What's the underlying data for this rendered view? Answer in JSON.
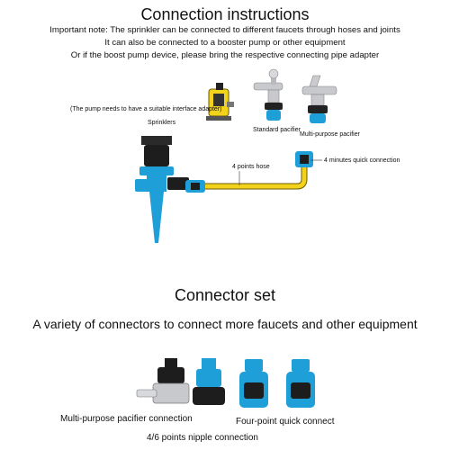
{
  "header": {
    "title": "Connection instructions",
    "note_line_1": "Important note: The sprinkler can be connected to different faucets through hoses and joints",
    "note_line_2": "It can also be connected to a booster pump or other equipment",
    "note_line_3": "Or if the boost pump device, please bring the respective connecting pipe adapter"
  },
  "diagram": {
    "pump_label": "(The pump needs to have a suitable interface adapter)",
    "sprinklers_label": "Sprinklers",
    "hose_label": "4 points hose",
    "quick_label": "4 minutes quick connection",
    "standard_label": "Standard pacifier",
    "multi_label": "Multi-purpose pacifier"
  },
  "connector_set": {
    "title": "Connector set",
    "subtitle": "A variety of connectors to connect more faucets and other equipment",
    "multi_caption": "Multi-purpose pacifier connection",
    "four_point_caption": "Four-point quick connect",
    "nipple_caption": "4/6 points nipple connection"
  },
  "colors": {
    "blue": "#1e9fd8",
    "black": "#1d1d1d",
    "yellow": "#f2d21b",
    "chrome": "#c7c9cc"
  }
}
